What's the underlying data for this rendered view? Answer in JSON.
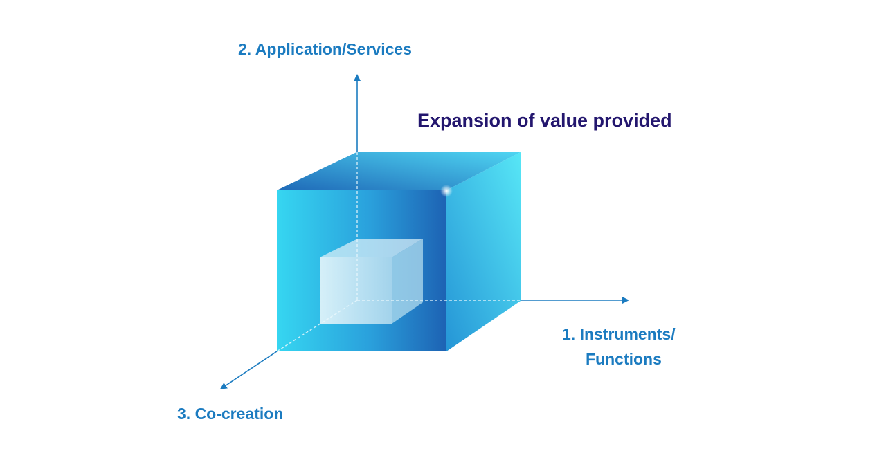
{
  "title": "Expansion of value provided",
  "axes": {
    "y": {
      "label": "2. Application/Services"
    },
    "x": {
      "label_line1": "1. Instruments/",
      "label_line2": "Functions"
    },
    "z": {
      "label": "3. Co-creation"
    }
  },
  "colors": {
    "axis": "#1b7bc0",
    "label": "#1b7bc0",
    "title": "#23166e",
    "cube_front_left": "#35d3f0",
    "cube_front_right": "#1e66b5",
    "cube_side": "#43d8f0",
    "cube_top": "#2a8fd6",
    "inner_cube": "#c8e7f3"
  }
}
